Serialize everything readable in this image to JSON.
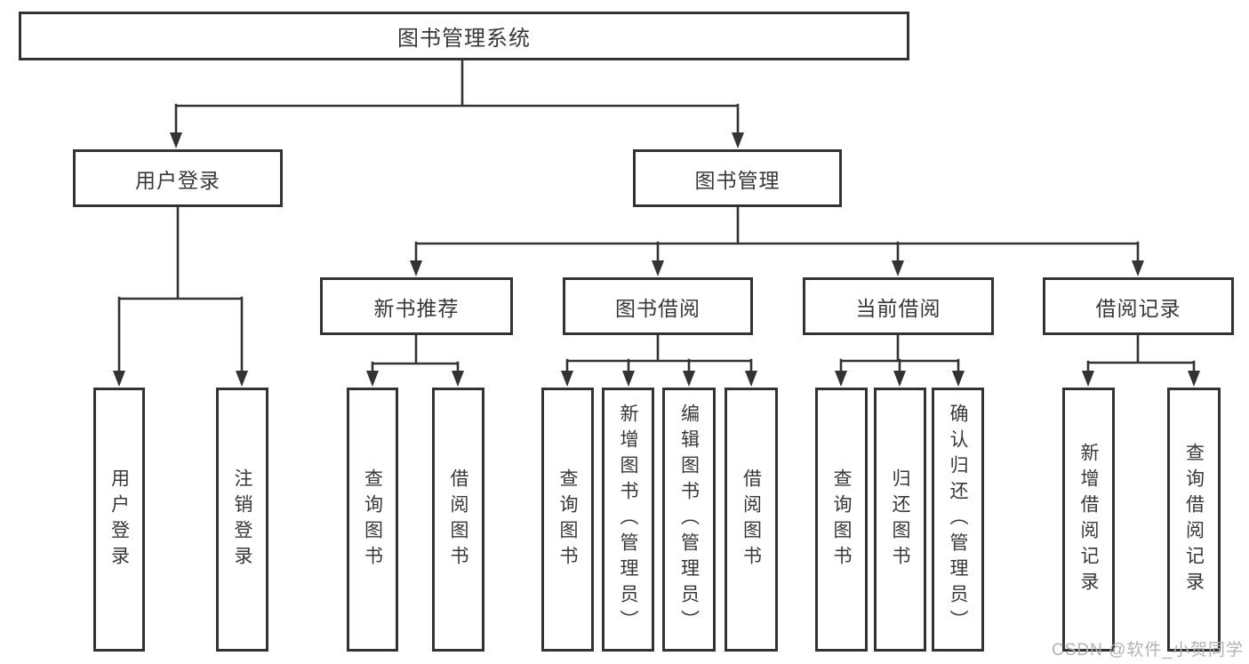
{
  "diagram": {
    "title": "图书管理系统",
    "branches": [
      {
        "label": "用户登录",
        "children": [
          "用户登录",
          "注销登录"
        ]
      },
      {
        "label": "图书管理",
        "children": [
          {
            "label": "新书推荐",
            "children": [
              "查询图书",
              "借阅图书"
            ]
          },
          {
            "label": "图书借阅",
            "children": [
              "查询图书",
              "新增图书（管理员）",
              "编辑图书（管理员）",
              "借阅图书"
            ]
          },
          {
            "label": "当前借阅",
            "children": [
              "查询图书",
              "归还图书",
              "确认归还（管理员）"
            ]
          },
          {
            "label": "借阅记录",
            "children": [
              "新增借阅记录",
              "查询借阅记录"
            ]
          }
        ]
      }
    ]
  },
  "watermark": {
    "text": "CSDN @软件_小贺同学"
  },
  "colors": {
    "line": "#333333",
    "text": "#383838",
    "background": "#ffffff",
    "watermark": "#b3b3b3"
  }
}
